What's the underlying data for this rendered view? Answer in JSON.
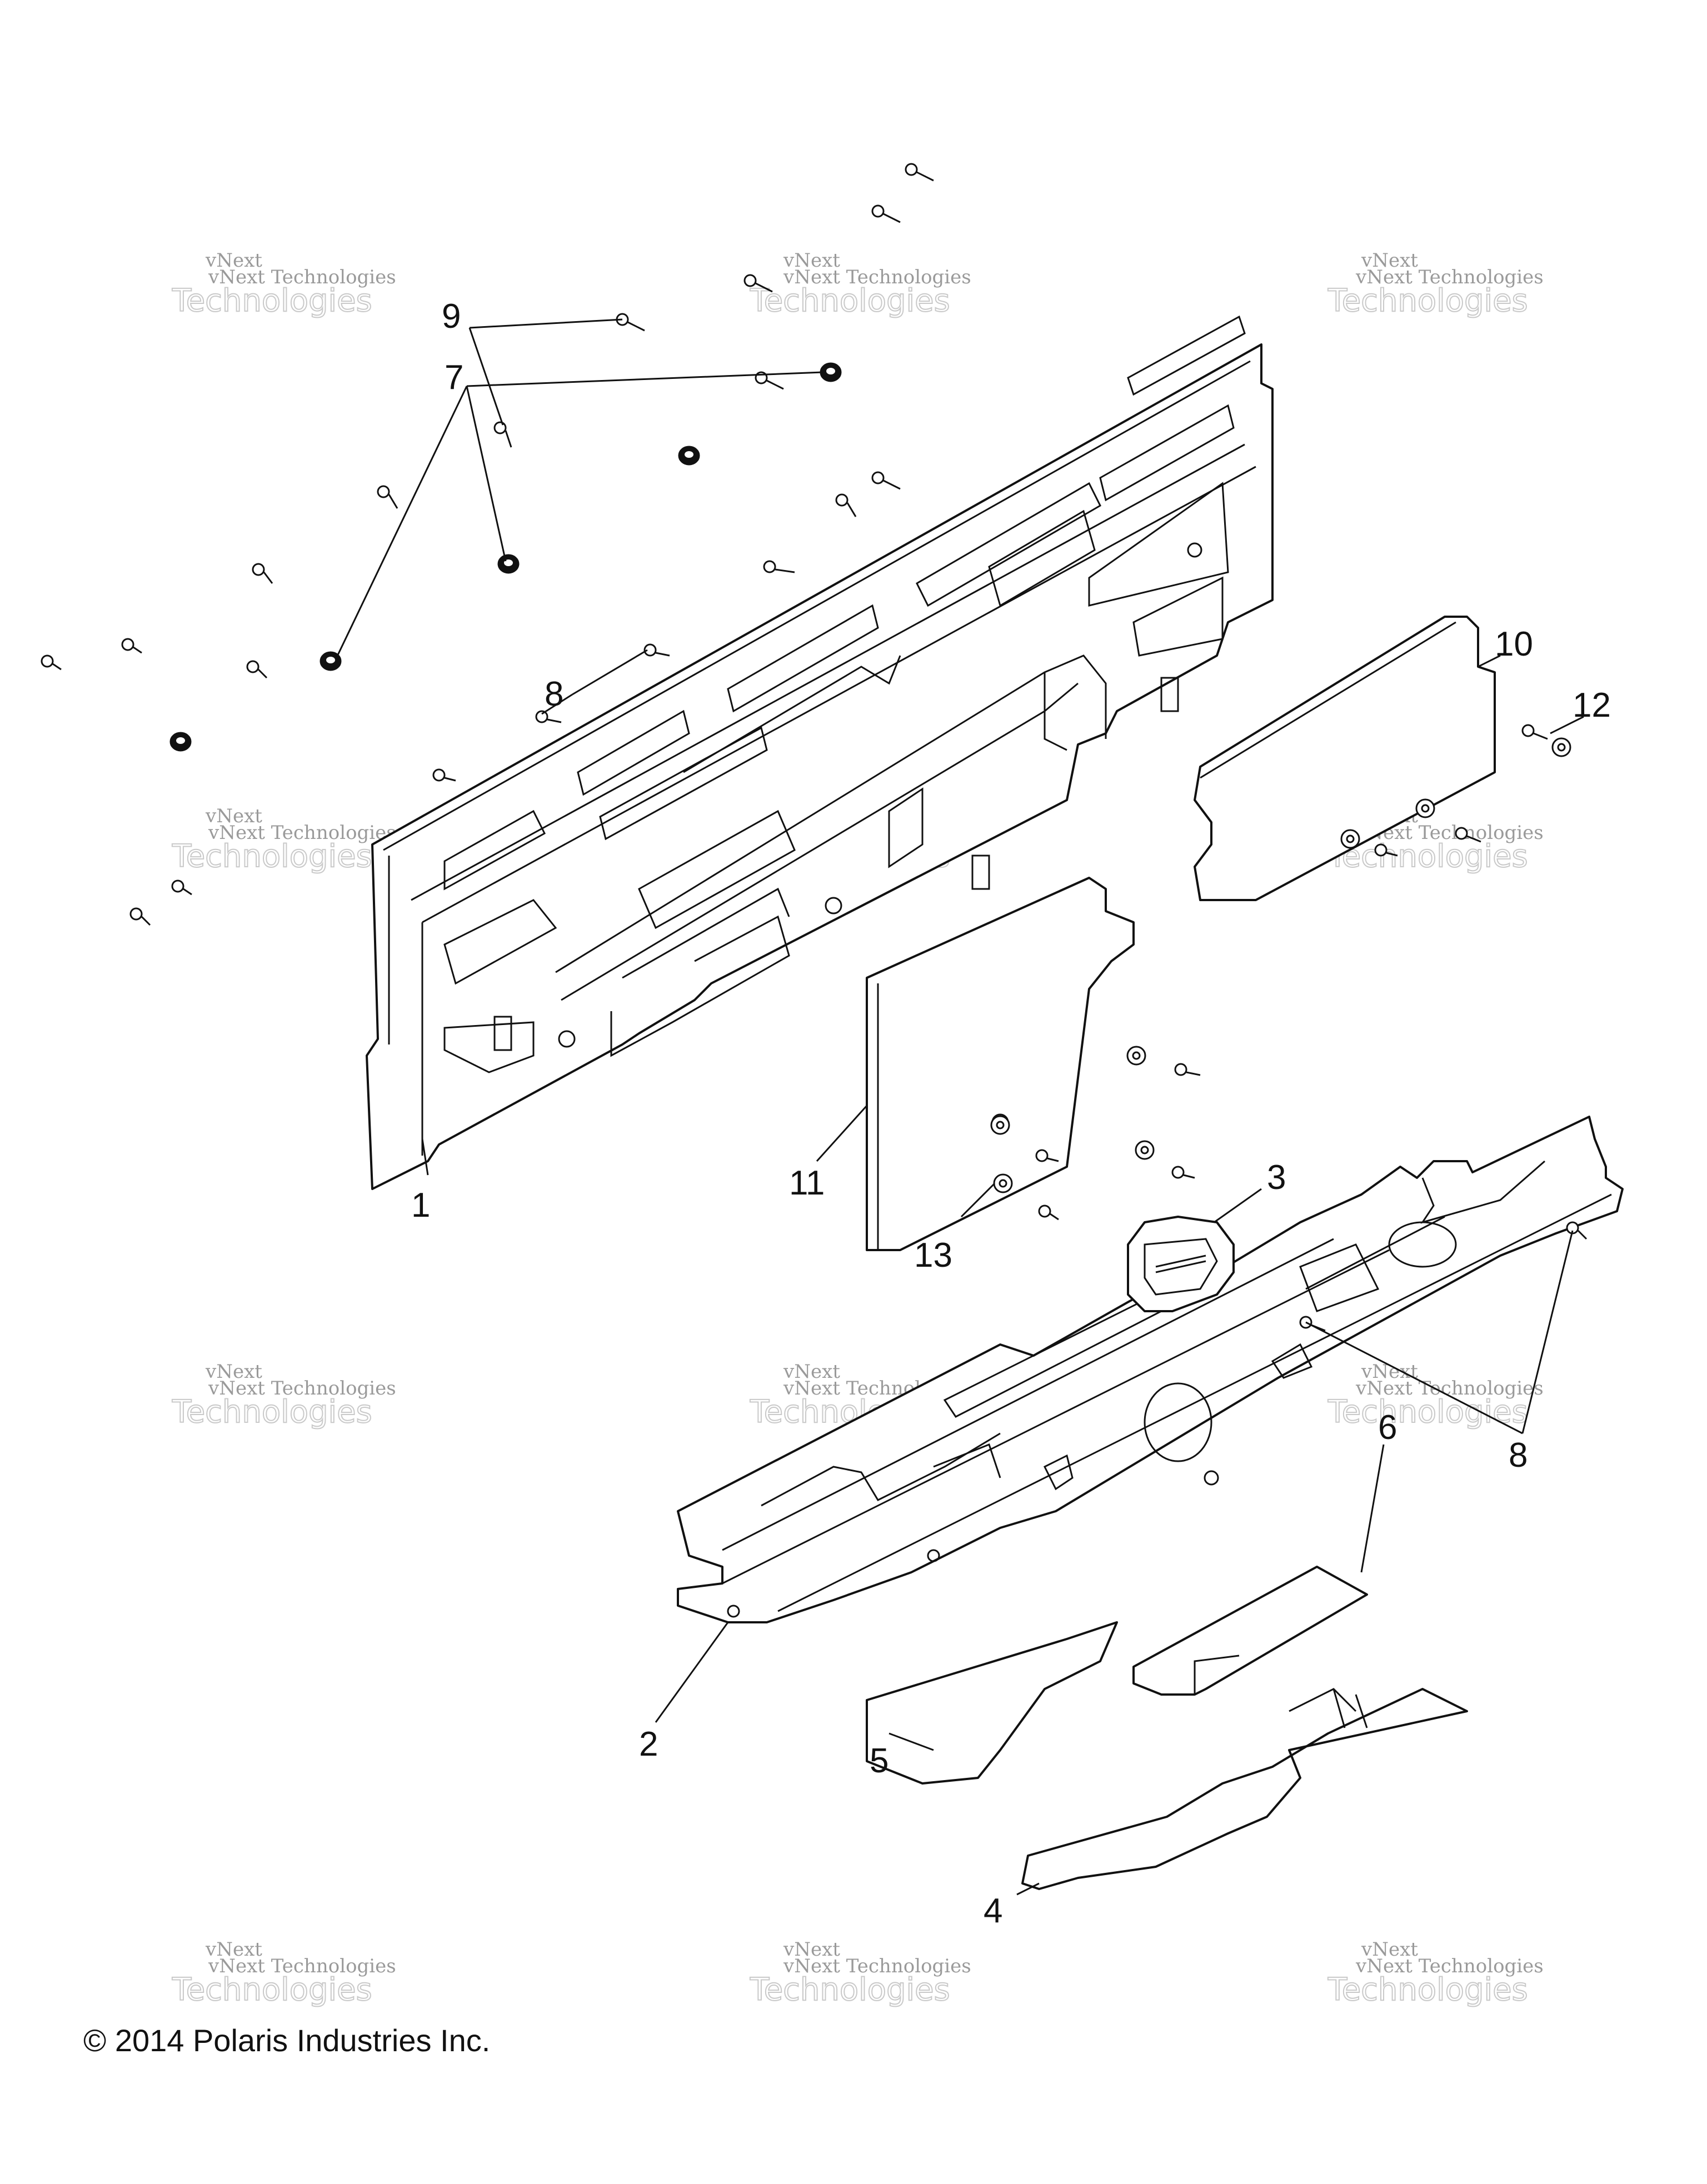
{
  "watermark": {
    "line1": "vNext Technologies",
    "line2": "Technologies",
    "line3": "vNext"
  },
  "copyright": "© 2014 Polaris Industries Inc.",
  "callouts": {
    "c1": "1",
    "c2": "2",
    "c3": "3",
    "c4": "4",
    "c5": "5",
    "c6": "6",
    "c7": "7",
    "c8a": "8",
    "c8b": "8",
    "c9": "9",
    "c10": "10",
    "c11": "11",
    "c12": "12",
    "c13": "13"
  }
}
